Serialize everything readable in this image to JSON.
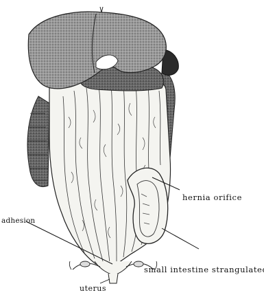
{
  "labels": {
    "hernia_orifice": "hernia orifice",
    "adhesion": "adhesion",
    "small_intestine_strangulated": "small intestine strangulated",
    "uterus": "uterus"
  },
  "colors": {
    "ink": "#1a1a1a",
    "liver": "#8c8c8c",
    "stomach": "#6f6f6f",
    "omentum": "#f4f4f0",
    "colon": "#777777",
    "spleen": "#2b2b2b"
  }
}
